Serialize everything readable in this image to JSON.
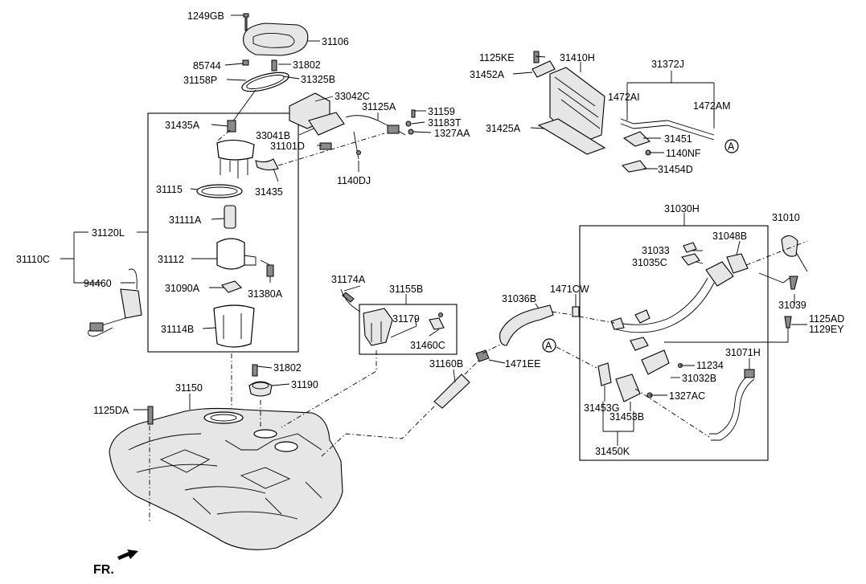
{
  "labels": {
    "p1249GB": "1249GB",
    "p31106": "31106",
    "p85744": "85744",
    "p31802a": "31802",
    "p31158P": "31158P",
    "p31325B": "31325B",
    "p33042C": "33042C",
    "p31125A": "31125A",
    "p31159": "31159",
    "p31183T": "31183T",
    "p1327AAa": "1327AA",
    "p33041B": "33041B",
    "p31101D": "31101D",
    "p1140DJ": "1140DJ",
    "p31435A": "31435A",
    "p31115": "31115",
    "p31435": "31435",
    "p31111A": "31111A",
    "p31112": "31112",
    "p31090A": "31090A",
    "p31380A": "31380A",
    "p31114B": "31114B",
    "p31120L": "31120L",
    "p31110C": "31110C",
    "p94460": "94460",
    "p1125KE": "1125KE",
    "p31410H": "31410H",
    "p31372J": "31372J",
    "p31452A": "31452A",
    "p1472AI": "1472AI",
    "p1472AM": "1472AM",
    "p31425A": "31425A",
    "p31451": "31451",
    "p1140NF": "1140NF",
    "p31454D": "31454D",
    "calloutA1": "A",
    "p31030H": "31030H",
    "p31010": "31010",
    "p31033": "31033",
    "p31048B": "31048B",
    "p31035C": "31035C",
    "p31039": "31039",
    "p1125AD": "1125AD",
    "p1129EY": "1129EY",
    "p1471CW": "1471CW",
    "p31036B": "31036B",
    "p31174A": "31174A",
    "p31155B": "31155B",
    "p31179": "31179",
    "p31460C": "31460C",
    "calloutA2": "A",
    "p11234": "11234",
    "p31071H": "31071H",
    "p31032B": "31032B",
    "p1327AC": "1327AC",
    "p31453G": "31453G",
    "p31453B": "31453B",
    "p31450K": "31450K",
    "p31160B": "31160B",
    "p1471EE": "1471EE",
    "p31802b": "31802",
    "p31190": "31190",
    "p31150": "31150",
    "p1125DA": "1125DA",
    "fr": "FR."
  }
}
